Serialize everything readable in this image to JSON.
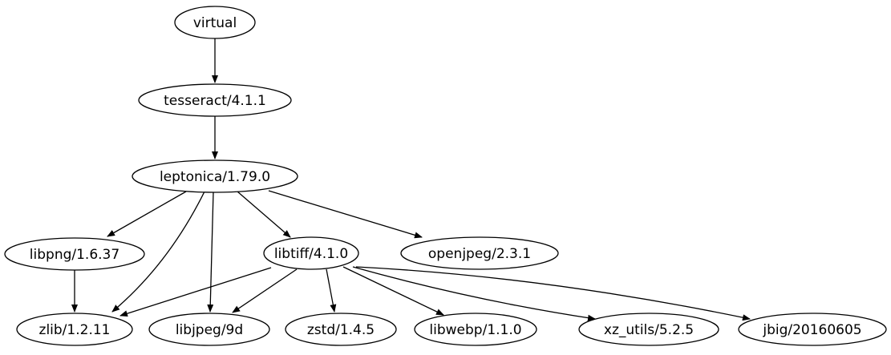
{
  "graph": {
    "nodes": [
      {
        "id": "virtual",
        "label": "virtual"
      },
      {
        "id": "tesseract",
        "label": "tesseract/4.1.1"
      },
      {
        "id": "leptonica",
        "label": "leptonica/1.79.0"
      },
      {
        "id": "libpng",
        "label": "libpng/1.6.37"
      },
      {
        "id": "libtiff",
        "label": "libtiff/4.1.0"
      },
      {
        "id": "openjpeg",
        "label": "openjpeg/2.3.1"
      },
      {
        "id": "zlib",
        "label": "zlib/1.2.11"
      },
      {
        "id": "libjpeg",
        "label": "libjpeg/9d"
      },
      {
        "id": "zstd",
        "label": "zstd/1.4.5"
      },
      {
        "id": "libwebp",
        "label": "libwebp/1.1.0"
      },
      {
        "id": "xz_utils",
        "label": "xz_utils/5.2.5"
      },
      {
        "id": "jbig",
        "label": "jbig/20160605"
      }
    ],
    "edges": [
      {
        "from": "virtual",
        "to": "tesseract"
      },
      {
        "from": "tesseract",
        "to": "leptonica"
      },
      {
        "from": "leptonica",
        "to": "libpng"
      },
      {
        "from": "leptonica",
        "to": "zlib"
      },
      {
        "from": "leptonica",
        "to": "libjpeg"
      },
      {
        "from": "leptonica",
        "to": "libtiff"
      },
      {
        "from": "leptonica",
        "to": "openjpeg"
      },
      {
        "from": "libpng",
        "to": "zlib"
      },
      {
        "from": "libtiff",
        "to": "zlib"
      },
      {
        "from": "libtiff",
        "to": "libjpeg"
      },
      {
        "from": "libtiff",
        "to": "zstd"
      },
      {
        "from": "libtiff",
        "to": "libwebp"
      },
      {
        "from": "libtiff",
        "to": "xz_utils"
      },
      {
        "from": "libtiff",
        "to": "jbig"
      }
    ]
  }
}
